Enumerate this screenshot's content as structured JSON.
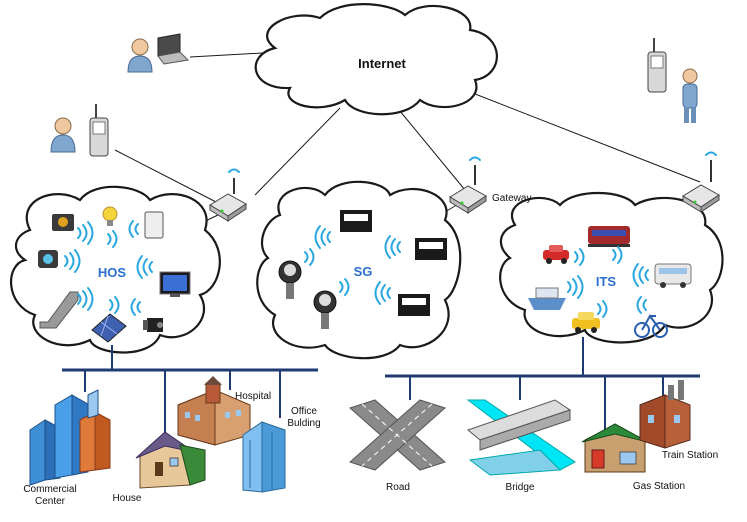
{
  "internet": {
    "label": "Internet"
  },
  "networks": {
    "hos": {
      "label": "HOS"
    },
    "sg": {
      "label": "SG"
    },
    "its": {
      "label": "ITS"
    }
  },
  "gateway": {
    "label": "Gateway"
  },
  "buildings": {
    "commercial_line1": "Commercial",
    "commercial_line2": "Center",
    "house": "House",
    "hospital": "Hospital",
    "office_line1": "Office",
    "office_line2": "Bulding"
  },
  "transport": {
    "road": "Road",
    "bridge": "Bridge",
    "gas_station": "Gas Station",
    "train_station": "Train Station"
  },
  "colors": {
    "bus": "#1f3b73",
    "wifi": "#2aa7e0",
    "network_label": "#2a6fd0"
  }
}
